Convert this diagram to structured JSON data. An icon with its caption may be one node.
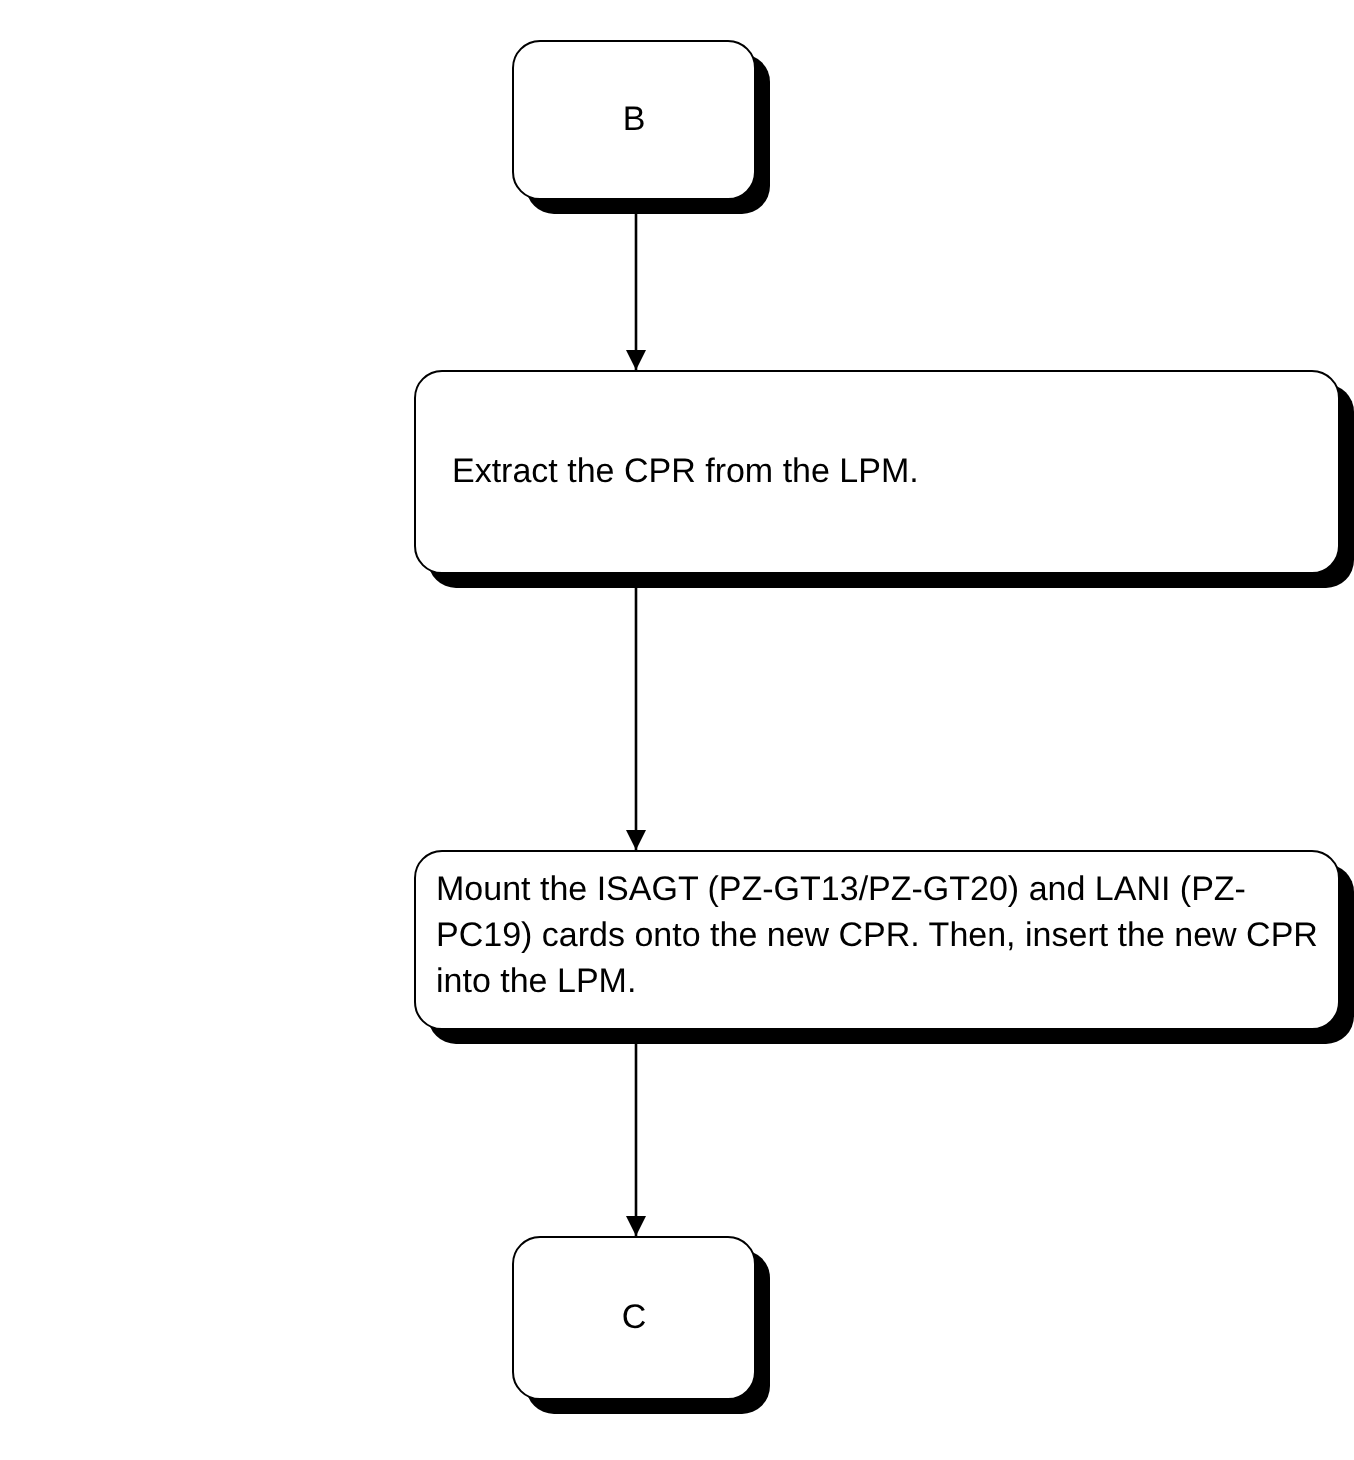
{
  "diagram": {
    "nodes": [
      {
        "text": [
          "B"
        ]
      },
      {
        "text": [
          "Extract the CPR from the LPM."
        ]
      },
      {
        "text": [
          "Mount the ISAGT (PZ-GT13/PZ-GT20) and LANI (PZ-PC19) cards onto the new CPR. Then, insert the new CPR into the LPM."
        ]
      },
      {
        "text": [
          "C"
        ]
      }
    ],
    "edges": [
      {
        "from": 0,
        "to": 1,
        "arrow": "to"
      },
      {
        "from": 1,
        "to": 2,
        "arrow": "to"
      },
      {
        "from": 2,
        "to": 3,
        "arrow": "to"
      }
    ]
  }
}
